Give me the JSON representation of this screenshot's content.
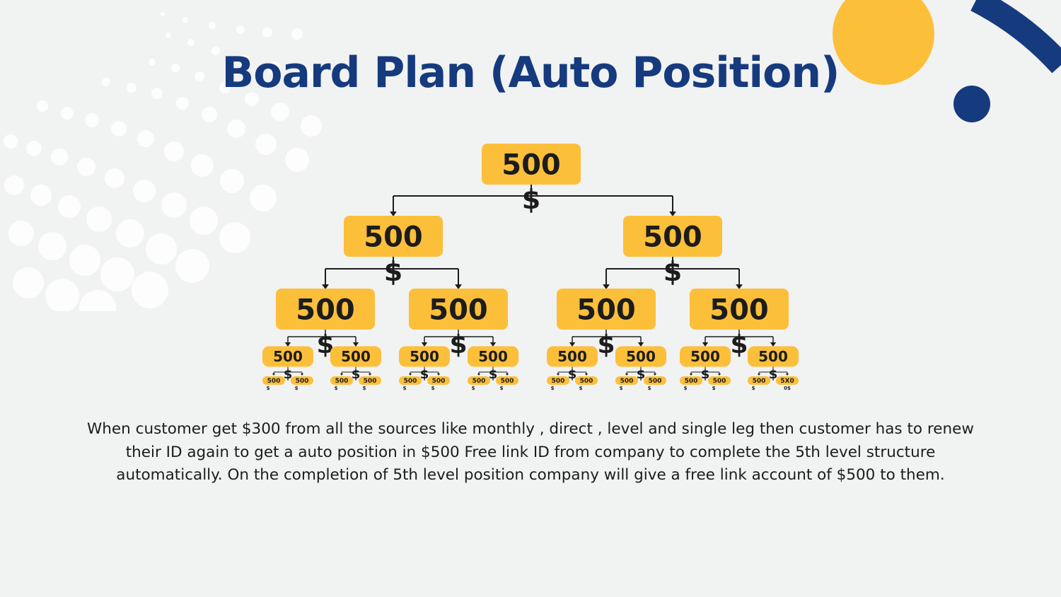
{
  "title": "Board Plan (Auto Position)",
  "colors": {
    "navy": "#163a7e",
    "gold": "#fcbf3a",
    "background": "#f1f2f2",
    "text": "#1c1c1c"
  },
  "tree": {
    "node_value": "500",
    "connector_symbol": "$",
    "leaf_node_note": "$",
    "last_leaf_value": "5X0",
    "last_leaf_note": "0$"
  },
  "description": "When customer get $300 from all the sources like monthly , direct , level and single leg then customer has to renew their ID again to get a auto position in $500 Free link ID  from company to complete the 5th level structure automatically. On the completion of  5th level position company will give a free link account of $500 to them."
}
